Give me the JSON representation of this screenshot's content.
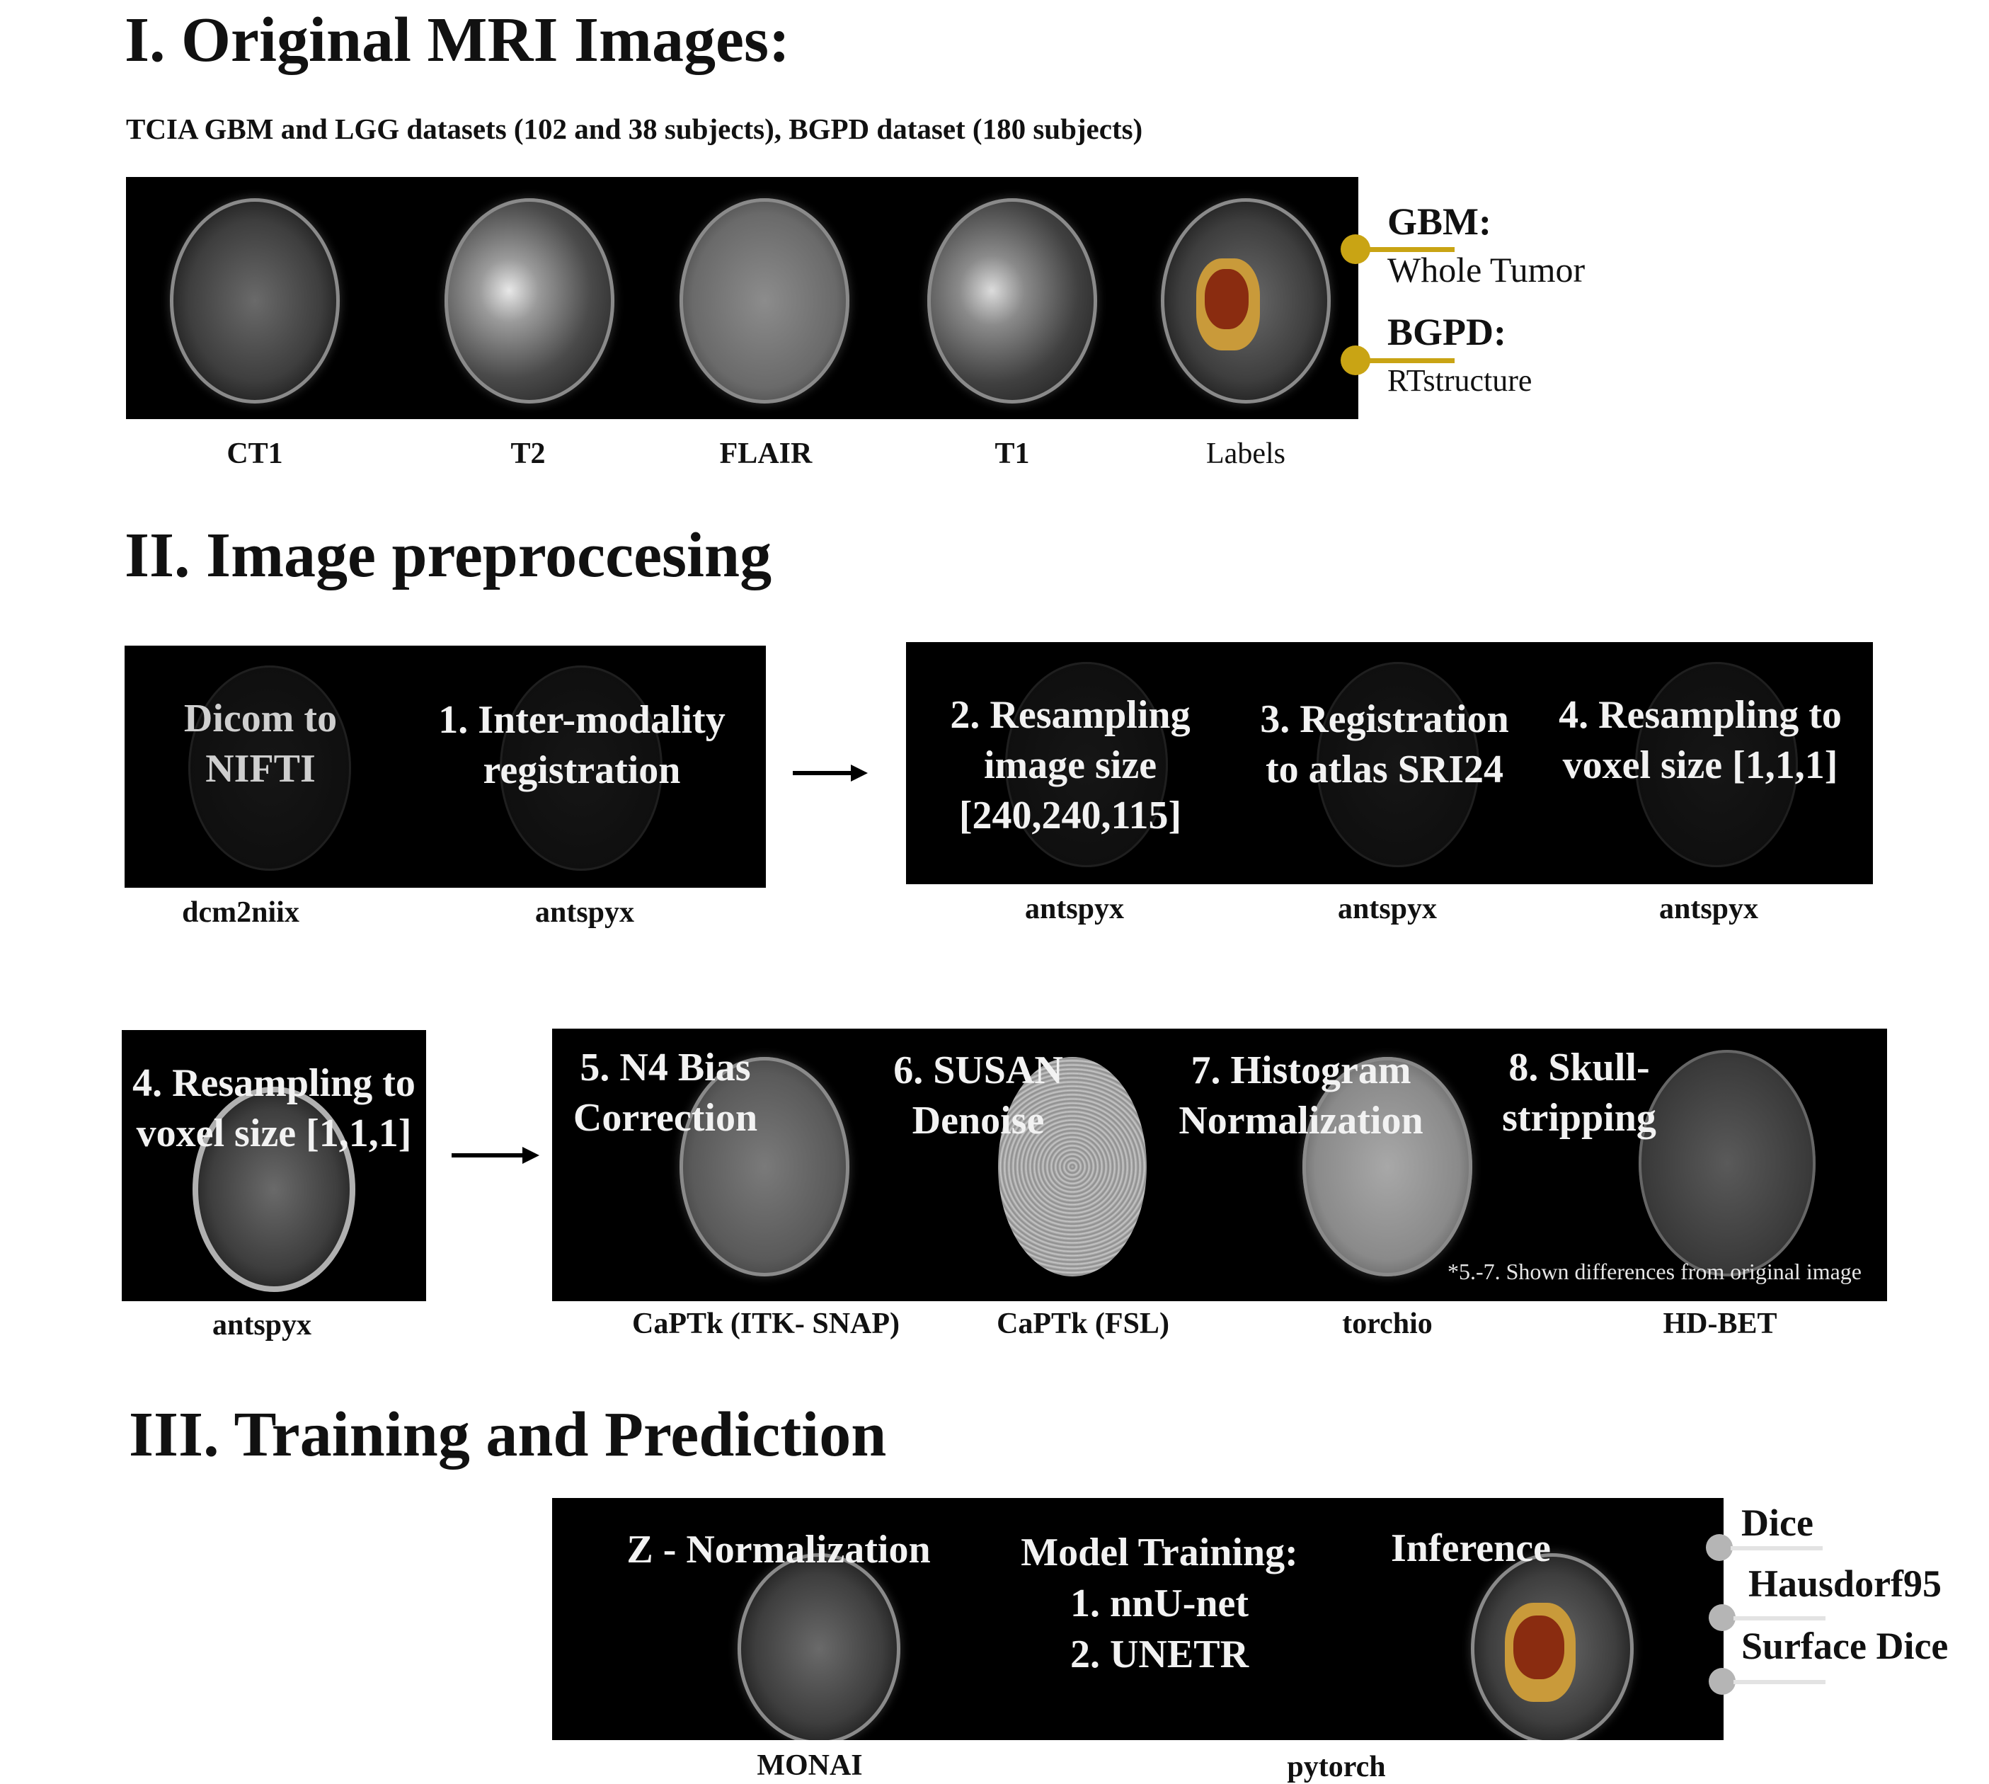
{
  "section1": {
    "title": "I. Original MRI Images:",
    "subtitle": "TCIA GBM and LGG datasets (102 and 38 subjects), BGPD dataset (180 subjects)",
    "modalities": [
      "CT1",
      "T2",
      "FLAIR",
      "T1",
      "Labels"
    ],
    "gbm_label": "GBM:",
    "gbm_text": "Whole Tumor",
    "bgpd_label": "BGPD:",
    "bgpd_text": "RTstructure",
    "accent_color": "#c9a414"
  },
  "section2": {
    "title": "II. Image preproccesing",
    "row1_left": {
      "steps": [
        "Dicom to NIFTI",
        "1. Inter-modality registration"
      ],
      "tools": [
        "dcm2niix",
        "antspyx"
      ]
    },
    "row1_right": {
      "steps": [
        "2. Resampling image size [240,240,115]",
        "3. Registration to atlas SRI24",
        "4. Resampling to voxel size [1,1,1]"
      ],
      "tools": [
        "antspyx",
        "antspyx",
        "antspyx"
      ]
    },
    "row2_left": {
      "step": "4. Resampling to voxel size [1,1,1]",
      "tool": "antspyx"
    },
    "row2_right": {
      "steps": [
        "5. N4 Bias Correction",
        "6. SUSAN Denoise",
        "7. Histogram Normalization",
        "8. Skull-stripping"
      ],
      "tools": [
        "CaPTk (ITK- SNAP)",
        "CaPTk (FSL)",
        "torchio",
        "HD-BET"
      ],
      "note": "*5.-7. Shown differences from original image"
    }
  },
  "section3": {
    "title": "III. Training and Prediction",
    "znorm": "Z - Normalization",
    "model_title": "Model Training:",
    "model_items": [
      "1. nnU-net",
      "2. UNETR"
    ],
    "inference": "Inference",
    "tools": [
      "MONAI",
      "pytorch"
    ],
    "metrics": [
      "Dice",
      "Hausdorf95",
      "Surface Dice"
    ]
  },
  "icons": [
    "right-arrow-icon",
    "dot-connector-icon"
  ]
}
